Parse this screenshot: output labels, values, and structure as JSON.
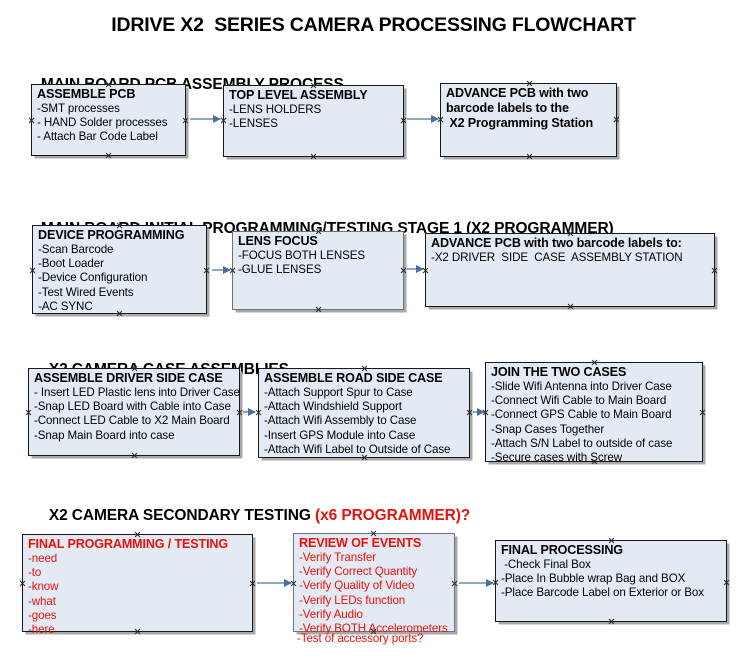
{
  "title": "IDRIVE X2  SERIES CAMERA PROCESSING FLOWCHART",
  "colors": {
    "box_fill": "#e4eaf4",
    "box_border": "#17171c",
    "accent_red": "#e8120b",
    "connector": "#8fa8c2",
    "arrow_head": "#4a6f9c"
  },
  "sections": [
    {
      "heading": "MAIN BOARD PCB ASSEMBLY PROCESS",
      "heading_accent": "",
      "boxes": [
        {
          "header": "ASSEMBLE PCB",
          "lines": [
            "-SMT processes",
            "- HAND Solder processes",
            "- Attach Bar Code Label"
          ]
        },
        {
          "header": "TOP LEVEL ASSEMBLY",
          "lines": [
            "-LENS HOLDERS",
            "-LENSES"
          ]
        },
        {
          "header": "ADVANCE PCB with two",
          "lines": [
            "barcode labels to the",
            " X2 Programming Station"
          ]
        }
      ]
    },
    {
      "heading": "MAIN BOARD INITIAL PROGRAMMING/TESTING STAGE 1 (X2 PROGRAMMER)",
      "heading_accent": "",
      "boxes": [
        {
          "header": "DEVICE PROGRAMMING",
          "lines": [
            "-Scan Barcode",
            "-Boot Loader",
            "-Device Configuration",
            "-Test Wired Events",
            "-AC SYNC"
          ]
        },
        {
          "header": "LENS FOCUS",
          "lines": [
            "-FOCUS BOTH LENSES",
            "-GLUE LENSES"
          ]
        },
        {
          "header": "ADVANCE PCB with two barcode labels to:",
          "lines": [
            "-X2 DRIVER  SIDE  CASE  ASSEMBLY STATION"
          ]
        }
      ]
    },
    {
      "heading": "X2 CAMERA CASE ASSEMBLIES",
      "heading_accent": "",
      "boxes": [
        {
          "header": "ASSEMBLE DRIVER SIDE CASE",
          "lines": [
            "- Insert LED Plastic lens into Driver Case",
            "-Snap LED Board with Cable into Case",
            "-Connect LED Cable to X2 Main Board",
            "-Snap Main Board into case"
          ]
        },
        {
          "header": "ASSEMBLE ROAD SIDE CASE",
          "lines": [
            "-Attach Support Spur to Case",
            "-Attach Windshield Support",
            "-Attach Wifi Assembly to Case",
            "-Insert GPS Module into Case",
            "-Attach Wifi Label to Outside of Case"
          ]
        },
        {
          "header": "JOIN THE TWO CASES",
          "lines": [
            "-Slide Wifi Antenna into Driver Case",
            "-Connect Wifi Cable to Main Board",
            "-Connect GPS Cable to Main Board",
            "-Snap Cases Together",
            "-Attach S/N Label to outside of case",
            "-Secure cases with Screw"
          ]
        }
      ]
    },
    {
      "heading": "X2 CAMERA SECONDARY TESTING ",
      "heading_accent": "(x6 PROGRAMMER)?",
      "boxes": [
        {
          "header": "FINAL PROGRAMMING / TESTING",
          "lines": [
            "-need",
            "-to",
            "-know",
            "-what",
            "-goes",
            "-here"
          ]
        },
        {
          "header": "REVIEW OF EVENTS",
          "lines": [
            "-Verify Transfer",
            "-Verify Correct Quantity",
            "-Verify Quality of Video",
            "-Verify LEDs function",
            "-Verify Audio",
            "-Verify BOTH Accelerometers"
          ],
          "overflow_line": "-Test of accessory ports?"
        },
        {
          "header": "FINAL PROCESSING",
          "lines": [
            " -Check Final Box",
            "-Place In Bubble wrap Bag and BOX",
            "-Place Barcode Label on Exterior or Box"
          ]
        }
      ]
    }
  ]
}
